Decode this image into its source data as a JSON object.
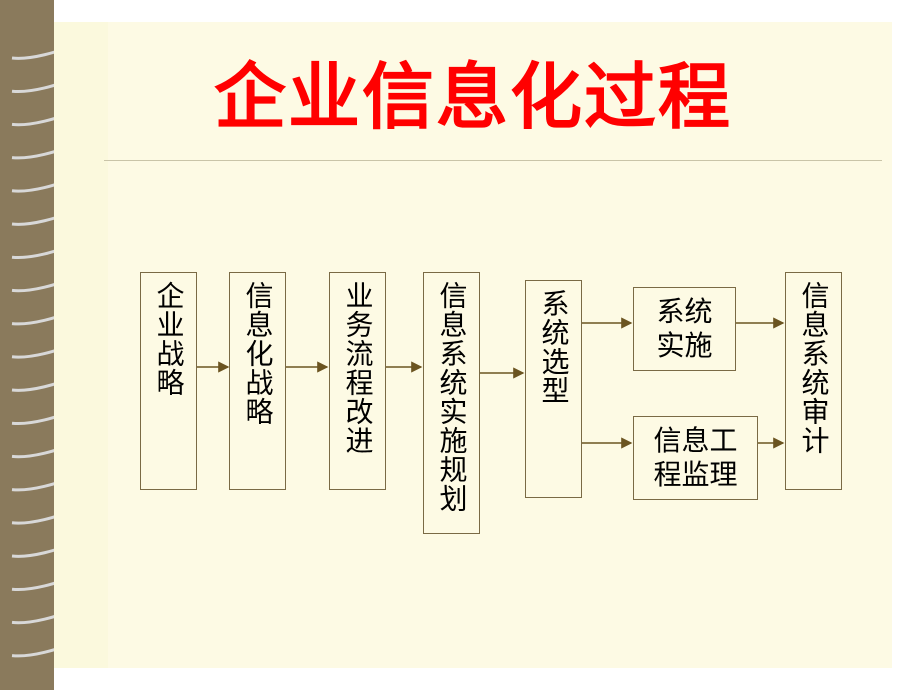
{
  "title": "企业信息化过程",
  "boxes": {
    "strategy": "企业战略",
    "info_strategy": "信息化战略",
    "process": "业务流程改进",
    "planning": "信息系统实施规划",
    "selection": "系统选型",
    "implementation": "系统\n实施",
    "supervision": "信息工\n程监理",
    "audit": "信息系统审计"
  },
  "colors": {
    "title": "#ff0000",
    "spiral_bg": "#8a7a5c",
    "paper": "#fbf9dd"
  }
}
